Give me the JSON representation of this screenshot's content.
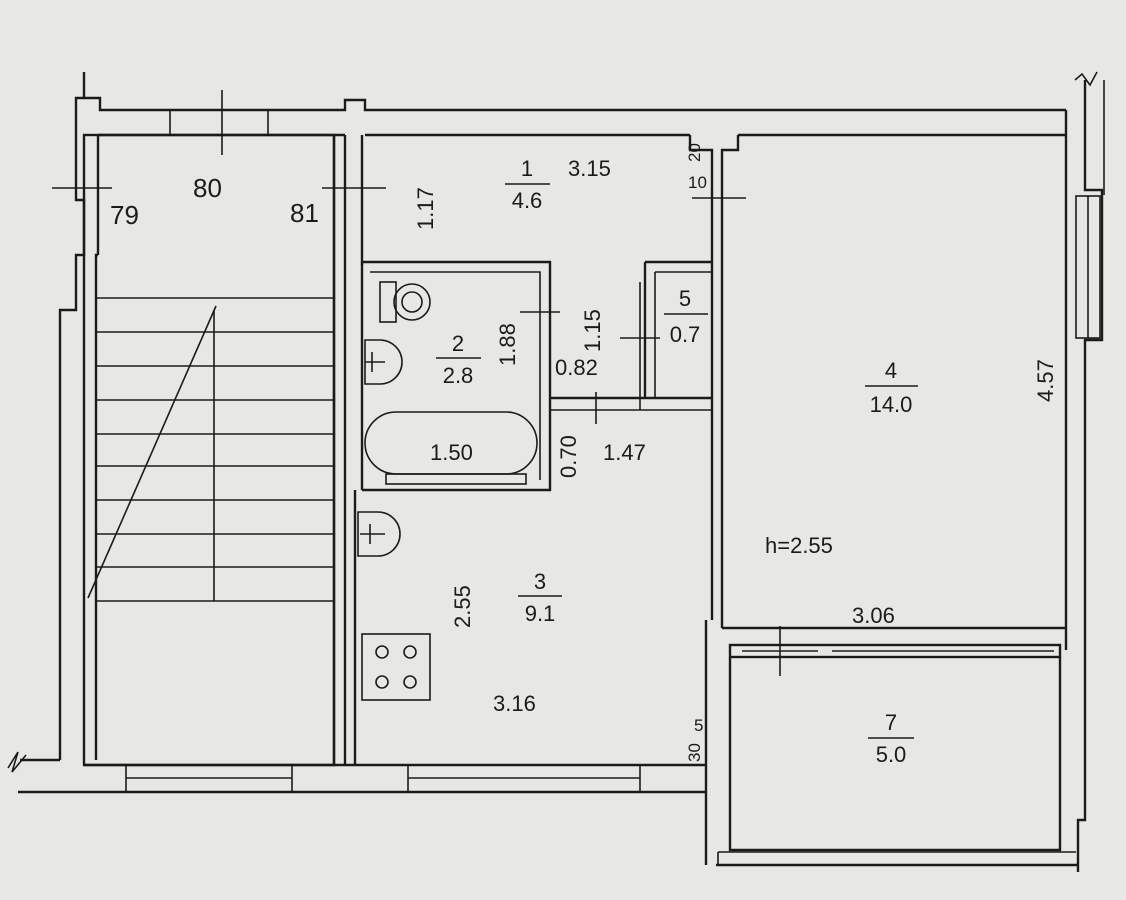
{
  "axes": {
    "a79": "79",
    "a80": "80",
    "a81": "81"
  },
  "rooms": [
    {
      "id": "1",
      "number": "1",
      "area": "4.6"
    },
    {
      "id": "2",
      "number": "2",
      "area": "2.8"
    },
    {
      "id": "3",
      "number": "3",
      "area": "9.1"
    },
    {
      "id": "4",
      "number": "4",
      "area": "14.0"
    },
    {
      "id": "5",
      "number": "5",
      "area": "0.7"
    },
    {
      "id": "7",
      "number": "7",
      "area": "5.0"
    }
  ],
  "dimensions": {
    "hall_width": "3.15",
    "hall_depth": "1.17",
    "bath_depth": "1.88",
    "bath_length": "1.50",
    "wc_depth": "1.15",
    "wc_width": "0.82",
    "corridor_depth": "0.70",
    "corridor_width": "1.47",
    "kitchen_depth": "2.55",
    "kitchen_width": "3.16",
    "room_depth": "4.57",
    "room_width": "3.06",
    "wall_20": "20",
    "wall_10": "10",
    "wall_5": "5",
    "wall_30": "30"
  },
  "ceiling_height": "h=2.55"
}
